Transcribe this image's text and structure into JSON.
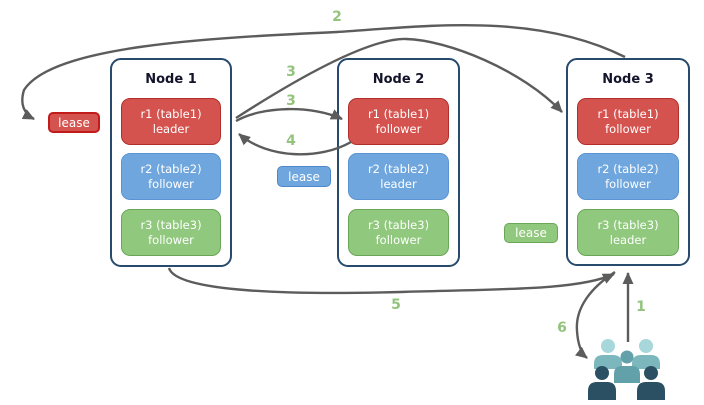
{
  "diagram": {
    "nodes": [
      {
        "title": "Node 1",
        "replicas": [
          {
            "name": "r1 (table1)",
            "role": "leader",
            "color": "red"
          },
          {
            "name": "r2 (table2)",
            "role": "follower",
            "color": "blue"
          },
          {
            "name": "r3 (table3)",
            "role": "follower",
            "color": "green"
          }
        ]
      },
      {
        "title": "Node 2",
        "replicas": [
          {
            "name": "r1 (table1)",
            "role": "follower",
            "color": "red"
          },
          {
            "name": "r2 (table2)",
            "role": "leader",
            "color": "blue"
          },
          {
            "name": "r3 (table3)",
            "role": "follower",
            "color": "green"
          }
        ]
      },
      {
        "title": "Node 3",
        "replicas": [
          {
            "name": "r1 (table1)",
            "role": "follower",
            "color": "red"
          },
          {
            "name": "r2 (table2)",
            "role": "follower",
            "color": "blue"
          },
          {
            "name": "r3 (table3)",
            "role": "leader",
            "color": "green"
          }
        ]
      }
    ],
    "leases": [
      {
        "label": "lease",
        "color": "red"
      },
      {
        "label": "lease",
        "color": "blue"
      },
      {
        "label": "lease",
        "color": "green"
      }
    ],
    "steps": {
      "s1": "1",
      "s2": "2",
      "s3a": "3",
      "s3b": "3",
      "s4": "4",
      "s5": "5",
      "s6": "6"
    },
    "colors": {
      "red_fill": "#d5534f",
      "red_border": "#b02f2b",
      "blue_fill": "#6fa6de",
      "blue_border": "#4c88cc",
      "green_fill": "#90c87d",
      "green_border": "#69a657",
      "node_border": "#274a6d",
      "arrow": "#5c5c5c",
      "step_number": "#93c47d",
      "people_light_head": "#a7d7da",
      "people_light_body": "#7db7be",
      "people_medium": "#62a0aa",
      "people_dark": "#2b5063"
    },
    "icons": {
      "people_group": "users-group-icon"
    }
  }
}
